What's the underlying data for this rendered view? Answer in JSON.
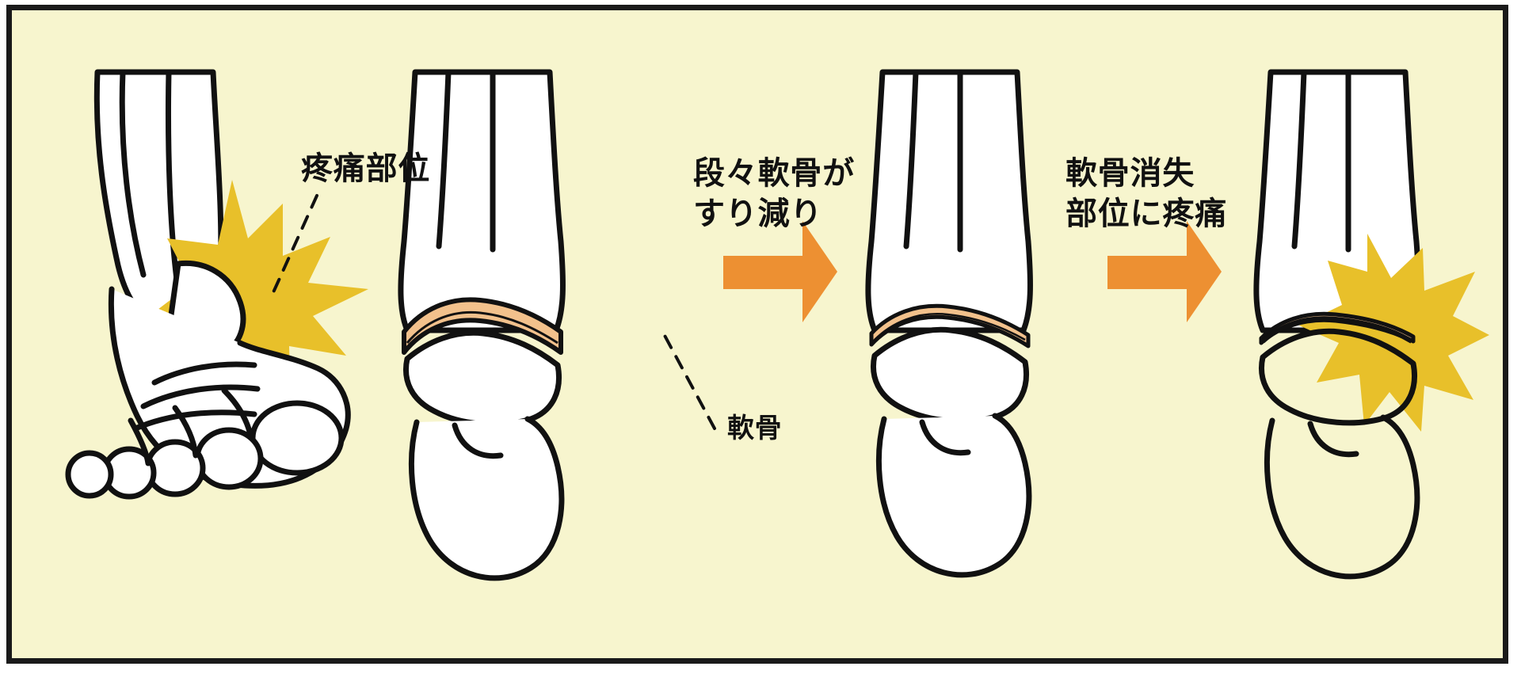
{
  "figure": {
    "kind": "medical-illustration",
    "subject": "ankle joint cartilage degeneration progression",
    "background_color": "#F7F5CE",
    "border_color": "#1a1a1a",
    "ink_color": "#111111",
    "bone_fill": "#ffffff",
    "cartilage_color": "#F2C18C",
    "pain_burst_color": "#E8C02A",
    "arrow_color": "#ED9032"
  },
  "labels": {
    "pain_site": "疼痛部位",
    "gradual_wear": "段々軟骨が\nすり減り",
    "cartilage_loss_pain": "軟骨消失\n部位に疼痛",
    "cartilage": "軟骨"
  },
  "panels": [
    {
      "index": 1,
      "name": "foot-front-view-with-pain",
      "view": "anterior foot and ankle with toes",
      "has_pain_burst": true,
      "pain_burst_count": 1,
      "cartilage_state": "not shown",
      "callouts": [
        "疼痛部位"
      ]
    },
    {
      "index": 2,
      "name": "ankle-healthy-cartilage",
      "view": "anterior ankle joint",
      "has_pain_burst": false,
      "pain_burst_count": 0,
      "cartilage_state": "thick / healthy",
      "callouts": [
        "軟骨"
      ]
    },
    {
      "index": 3,
      "name": "ankle-worn-cartilage",
      "view": "anterior ankle joint",
      "has_pain_burst": false,
      "pain_burst_count": 0,
      "cartilage_state": "thinned / worn",
      "callouts": []
    },
    {
      "index": 4,
      "name": "ankle-cartilage-lost-with-pain",
      "view": "anterior ankle joint",
      "has_pain_burst": true,
      "pain_burst_count": 1,
      "cartilage_state": "absent / bone-on-bone",
      "callouts": []
    }
  ],
  "arrows": [
    {
      "index": 1,
      "name": "progression-arrow-1",
      "direction": "right",
      "between": [
        2,
        3
      ]
    },
    {
      "index": 2,
      "name": "progression-arrow-2",
      "direction": "right",
      "between": [
        3,
        4
      ]
    }
  ],
  "leader_lines": [
    {
      "name": "pain-site-leader",
      "style": "dashed",
      "from": "疼痛部位",
      "to": "pain burst on panel 1"
    },
    {
      "name": "cartilage-leader",
      "style": "dashed",
      "from": "軟骨",
      "to": "cartilage band on panel 2"
    }
  ]
}
